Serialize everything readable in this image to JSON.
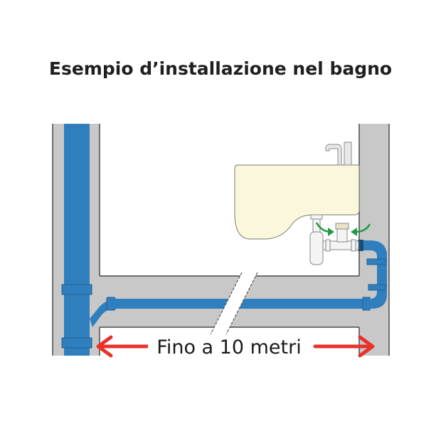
{
  "title": "Esempio d’installazione nel bagno",
  "caption": "Fino a 10 metri",
  "colors": {
    "wall": "#c8c8c8",
    "wall_outline": "#4a4a4a",
    "pipe": "#2f7fbf",
    "pipe_dark": "#23618f",
    "sink": "#fbf7dc",
    "arrow_red": "#e8312b",
    "arrow_green": "#1f9a45",
    "fitting": "#f4f4f4"
  },
  "labels": {
    "wall-left": "vertical wall with main drain stack",
    "wall-right": "right wall",
    "floor-slab": "floor slab with horizontal drain pipe",
    "sink": "washbasin",
    "faucet": "faucet",
    "siphon": "siphon trap",
    "connection-fitting": "T connection fitting",
    "break-lines": "length break symbol"
  }
}
